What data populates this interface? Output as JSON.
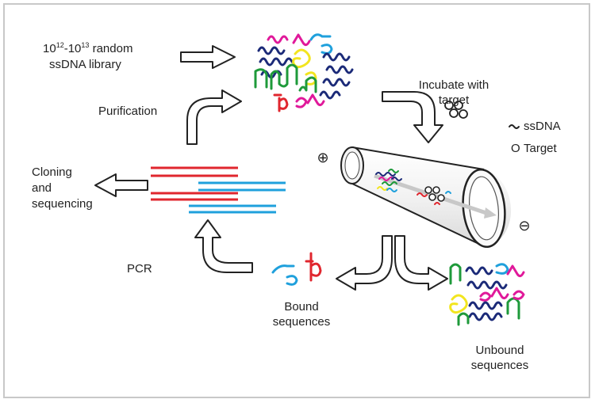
{
  "labels": {
    "library_prefix": "10",
    "library_exp1": "12",
    "library_dash": "-10",
    "library_exp2": "13",
    "library_rest": " random",
    "library_line2": "ssDNA library",
    "incubate_line1": "Incubate with",
    "incubate_line2": "target",
    "legend_ssdna": "ssDNA",
    "legend_target": "Target",
    "legend_target_symbol": "O",
    "purification": "Purification",
    "cloning_line1": "Cloning",
    "cloning_line2": "and",
    "cloning_line3": "sequencing",
    "pcr": "PCR",
    "bound_line1": "Bound",
    "bound_line2": "sequences",
    "unbound_line1": "Unbound",
    "unbound_line2": "sequences",
    "plus_symbol": "⊕",
    "minus_symbol": "⊖"
  },
  "colors": {
    "red": "#e0262e",
    "blue": "#1fa0dc",
    "navy": "#1b2a78",
    "green": "#1e9a3a",
    "yellow": "#f2e51f",
    "magenta": "#e0199a",
    "outline": "#222222"
  }
}
